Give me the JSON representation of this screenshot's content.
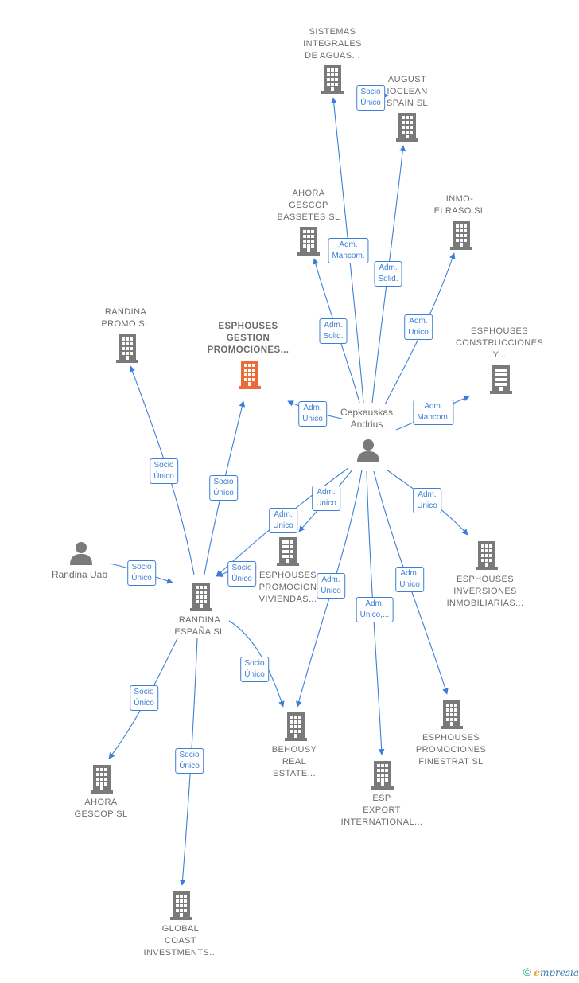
{
  "colors": {
    "edge": "#3d7fd6",
    "building": "#7a7a7a",
    "highlight": "#f06a38",
    "person": "#7a7a7a"
  },
  "nodes": [
    {
      "id": "sistemas",
      "type": "company",
      "label": [
        "SISTEMAS",
        "INTEGRALES",
        "DE AGUAS..."
      ]
    },
    {
      "id": "august",
      "type": "company",
      "label": [
        "AUGUST",
        "IOCLEAN",
        "SPAIN SL"
      ]
    },
    {
      "id": "ahora_bassetes",
      "type": "company",
      "label": [
        "AHORA",
        "GESCOP",
        "BASSETES  SL"
      ]
    },
    {
      "id": "inmo",
      "type": "company",
      "label": [
        "INMO-",
        "ELRASO  SL"
      ]
    },
    {
      "id": "randina_promo",
      "type": "company",
      "label": [
        "RANDINA",
        "PROMO  SL"
      ]
    },
    {
      "id": "esphouses_gestion",
      "type": "company",
      "highlight": true,
      "label": [
        "ESPHOUSES",
        "GESTION",
        "PROMOCIONES..."
      ]
    },
    {
      "id": "esphouses_construcciones",
      "type": "company",
      "label": [
        "ESPHOUSES",
        "CONSTRUCCIONES",
        "Y..."
      ]
    },
    {
      "id": "cepkauskas",
      "type": "person",
      "label": [
        "Cepkauskas",
        "Andrius"
      ]
    },
    {
      "id": "randina_uab",
      "type": "person",
      "label": [
        "Randina Uab"
      ]
    },
    {
      "id": "esphouses_viviendas",
      "type": "company",
      "label": [
        "ESPHOUSES",
        "PROMOCION",
        "VIVIENDAS..."
      ]
    },
    {
      "id": "esphouses_inversiones",
      "type": "company",
      "label": [
        "ESPHOUSES",
        "INVERSIONES",
        "INMOBILIARIAS..."
      ]
    },
    {
      "id": "randina_espana",
      "type": "company",
      "label": [
        "RANDINA",
        "ESPAÑA  SL"
      ]
    },
    {
      "id": "behousy",
      "type": "company",
      "label": [
        "BEHOUSY",
        "REAL",
        "ESTATE..."
      ]
    },
    {
      "id": "esphouses_finestrat",
      "type": "company",
      "label": [
        "ESPHOUSES",
        "PROMOCIONES",
        "FINESTRAT  SL"
      ]
    },
    {
      "id": "ahora_gescop",
      "type": "company",
      "label": [
        "AHORA",
        "GESCOP  SL"
      ]
    },
    {
      "id": "esp_export",
      "type": "company",
      "label": [
        "ESP",
        "EXPORT",
        "INTERNATIONAL..."
      ]
    },
    {
      "id": "global_coast",
      "type": "company",
      "label": [
        "GLOBAL",
        "COAST",
        "INVESTMENTS..."
      ]
    }
  ],
  "edges": [
    {
      "from": "cepkauskas",
      "to": "sistemas",
      "label": [
        "Adm.",
        "Mancom."
      ]
    },
    {
      "from": "cepkauskas",
      "to": "august",
      "label": [
        "Adm.",
        "Solid."
      ]
    },
    {
      "from": "cepkauskas",
      "to": "ahora_bassetes",
      "label": [
        "Adm.",
        "Solid."
      ]
    },
    {
      "from": "cepkauskas",
      "to": "inmo",
      "label": [
        "Adm.",
        "Unico"
      ]
    },
    {
      "from": "cepkauskas",
      "to": "esphouses_gestion",
      "label": [
        "Adm.",
        "Unico"
      ]
    },
    {
      "from": "cepkauskas",
      "to": "esphouses_construcciones",
      "label": [
        "Adm.",
        "Mancom."
      ]
    },
    {
      "from": "cepkauskas",
      "to": "esphouses_viviendas",
      "label": [
        "Adm.",
        "Unico"
      ]
    },
    {
      "from": "cepkauskas",
      "to": "randina_espana",
      "label": [
        "Adm.",
        "Unico"
      ]
    },
    {
      "from": "cepkauskas",
      "to": "esphouses_inversiones",
      "label": [
        "Adm.",
        "Unico"
      ]
    },
    {
      "from": "cepkauskas",
      "to": "behousy",
      "label": [
        "Adm.",
        "Unico"
      ]
    },
    {
      "from": "cepkauskas",
      "to": "esphouses_finestrat",
      "label": [
        "Adm.",
        "Unico"
      ]
    },
    {
      "from": "cepkauskas",
      "to": "esp_export",
      "label": [
        "Adm.",
        "Unico,..."
      ]
    },
    {
      "from": "randina_uab",
      "to": "randina_espana",
      "label": [
        "Socio",
        "Único"
      ]
    },
    {
      "from": "randina_espana",
      "to": "randina_promo",
      "label": [
        "Socio",
        "Único"
      ]
    },
    {
      "from": "randina_espana",
      "to": "esphouses_gestion",
      "label": [
        "Socio",
        "Único"
      ]
    },
    {
      "from": "randina_espana",
      "to": "esphouses_viviendas",
      "label": [
        "Socio",
        "Único"
      ]
    },
    {
      "from": "randina_espana",
      "to": "behousy",
      "label": [
        "Socio",
        "Único"
      ]
    },
    {
      "from": "randina_espana",
      "to": "ahora_gescop",
      "label": [
        "Socio",
        "Único"
      ]
    },
    {
      "from": "randina_espana",
      "to": "global_coast",
      "label": [
        "Socio",
        "Único"
      ]
    },
    {
      "from": "esphouses_viviendas",
      "to": "august",
      "label": [
        "Socio",
        "Único"
      ]
    }
  ],
  "copyright": {
    "symbol": "©",
    "brand_first": "e",
    "brand_rest": "mpresia"
  }
}
